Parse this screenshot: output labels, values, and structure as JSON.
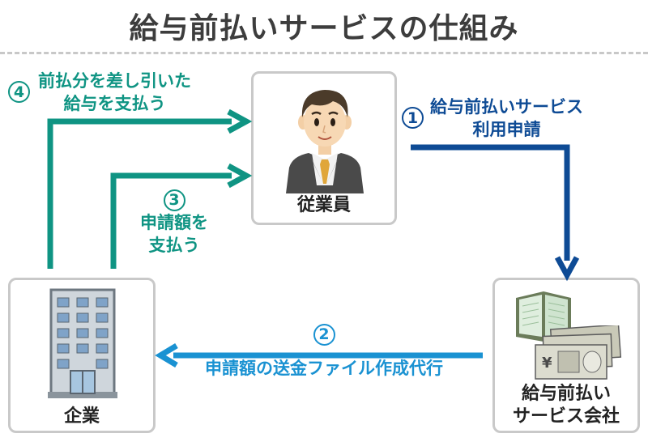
{
  "title": "給与前払いサービスの仕組み",
  "nodes": {
    "employee": "従業員",
    "company": "企業",
    "service_line1": "給与前払い",
    "service_line2": "サービス会社"
  },
  "steps": {
    "s1": {
      "num": "1",
      "line1": "給与前払いサービス",
      "line2": "利用申請"
    },
    "s2": {
      "num": "2",
      "line1": "申請額の送金ファイル作成代行"
    },
    "s3": {
      "num": "3",
      "line1": "申請額を",
      "line2": "支払う"
    },
    "s4": {
      "num": "4",
      "line1": "前払分を差し引いた",
      "line2": "給与を支払う"
    }
  },
  "colors": {
    "teal": "#0f9483",
    "navy": "#0e4b95",
    "blue": "#1a92d2",
    "border": "#c9c9c9"
  },
  "icons": [
    "businessman-icon",
    "office-building-icon",
    "passbook-icon",
    "banknotes-icon"
  ],
  "banknote_symbol": "¥"
}
